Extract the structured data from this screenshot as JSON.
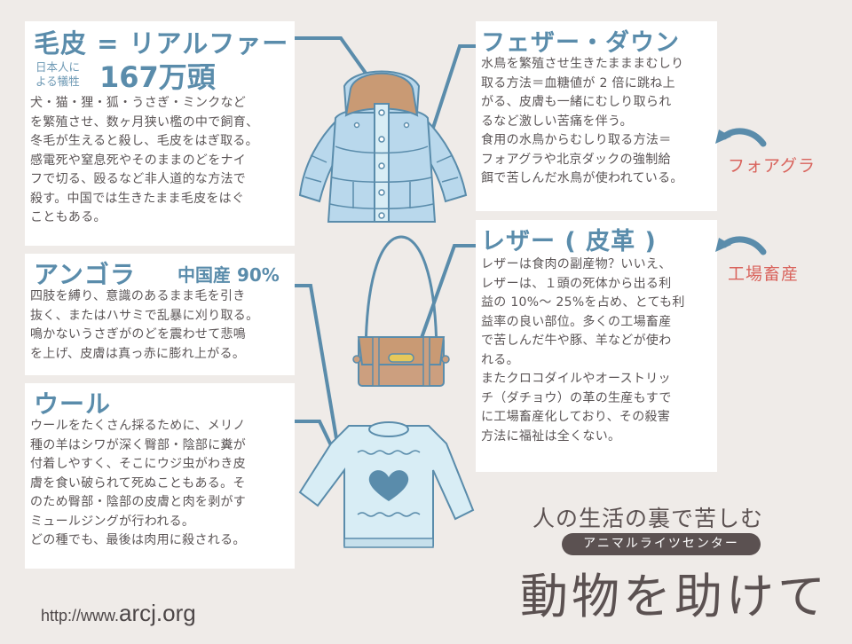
{
  "colors": {
    "background": "#efebe8",
    "accent_blue": "#5a8cab",
    "body_text": "#5b5556",
    "label_red": "#d9635c",
    "dark_brown": "#5b5151",
    "coat_blue": "#b9d8ec",
    "fur_brown": "#c99a74",
    "bag_brown": "#cc9f7f",
    "sweater_blue": "#d8edf5"
  },
  "fur": {
    "title": "毛皮 = リアルファー",
    "stat_label_line1": "日本人に",
    "stat_label_line2": "よる犠牲",
    "stat_value": "167万頭",
    "body": "犬・猫・狸・狐・うさぎ・ミンクなど\nを繁殖させ、数ヶ月狭い檻の中で飼育、\n冬毛が生えると殺し、毛皮をはぎ取る。\n感電死や窒息死やそのままのどをナイ\nフで切る、殴るなど非人道的な方法で\n殺す。中国では生きたまま毛皮をはぐ\nこともある。"
  },
  "angora": {
    "title": "アンゴラ",
    "stat": "中国産 90%",
    "body": "四肢を縛り、意識のあるまま毛を引き\n抜く、またはハサミで乱暴に刈り取る。\n鳴かないうさぎがのどを震わせて悲鳴\nを上げ、皮膚は真っ赤に膨れ上がる。"
  },
  "wool": {
    "title": "ウール",
    "body": "ウールをたくさん採るために、メリノ\n種の羊はシワが深く臀部・陰部に糞が\n付着しやすく、そこにウジ虫がわき皮\n膚を食い破られて死ぬこともある。そ\nのため臀部・陰部の皮膚と肉を剥がす\nミュールジングが行われる。\nどの種でも、最後は肉用に殺される。"
  },
  "feather": {
    "title": "フェザー・ダウン",
    "body": "水鳥を繁殖させ生きたまままむしり\n取る方法＝血糖値が 2 倍に跳ね上\nがる、皮膚も一緒にむしり取られ\nるなど激しい苦痛を伴う。\n食用の水鳥からむしり取る方法＝\nフォアグラや北京ダックの強制給\n餌で苦しんだ水鳥が使われている。",
    "side_label": "フォアグラ"
  },
  "leather": {
    "title": "レザー ( 皮革 )",
    "body": "レザーは食肉の副産物？いいえ、\nレザーは、１頭の死体から出る利\n益の 10%～ 25%を占め、とても利\n益率の良い部位。多くの工場畜産\nで苦しんだ牛や豚、羊などが使わ\nれる。\nまたクロコダイルやオーストリッ\nチ（ダチョウ）の革の生産もすで\nに工場畜産化しており、その殺害\n方法に福祉は全くない。",
    "side_label": "工場畜産"
  },
  "footer": {
    "tagline": "人の生活の裏で苦しむ",
    "org_name": "アニマルライツセンター",
    "headline": "動物を助けて",
    "url_prefix": "http://www.",
    "url_domain": "arcj.org"
  }
}
